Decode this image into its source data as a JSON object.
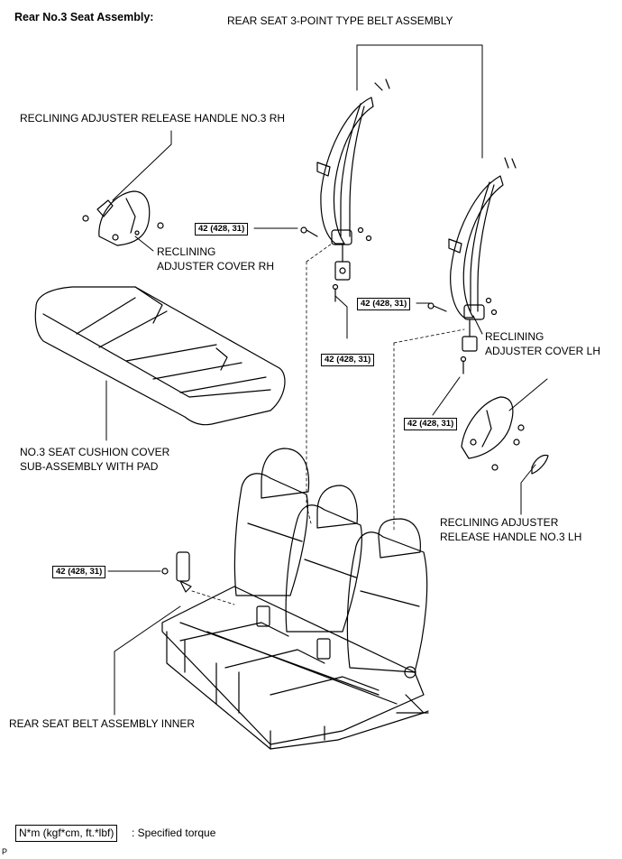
{
  "title": "Rear No.3 Seat Assembly:",
  "labels": {
    "rear_3pt_belt": "REAR SEAT 3-POINT TYPE BELT ASSEMBLY",
    "handle_rh": "RECLINING ADJUSTER RELEASE HANDLE NO.3 RH",
    "cover_rh_1": "RECLINING",
    "cover_rh_2": "ADJUSTER COVER RH",
    "cover_lh_1": "RECLINING",
    "cover_lh_2": "ADJUSTER COVER LH",
    "cushion_1": "NO.3 SEAT CUSHION COVER",
    "cushion_2": "SUB-ASSEMBLY WITH PAD",
    "handle_lh_1": "RECLINING ADJUSTER",
    "handle_lh_2": "RELEASE HANDLE NO.3 LH",
    "belt_inner": "REAR SEAT BELT ASSEMBLY INNER"
  },
  "torque_value": "42 (428, 31)",
  "legend": {
    "units": "N*m (kgf*cm, ft.*lbf)",
    "text": ": Specified torque"
  },
  "corner_code": "P"
}
